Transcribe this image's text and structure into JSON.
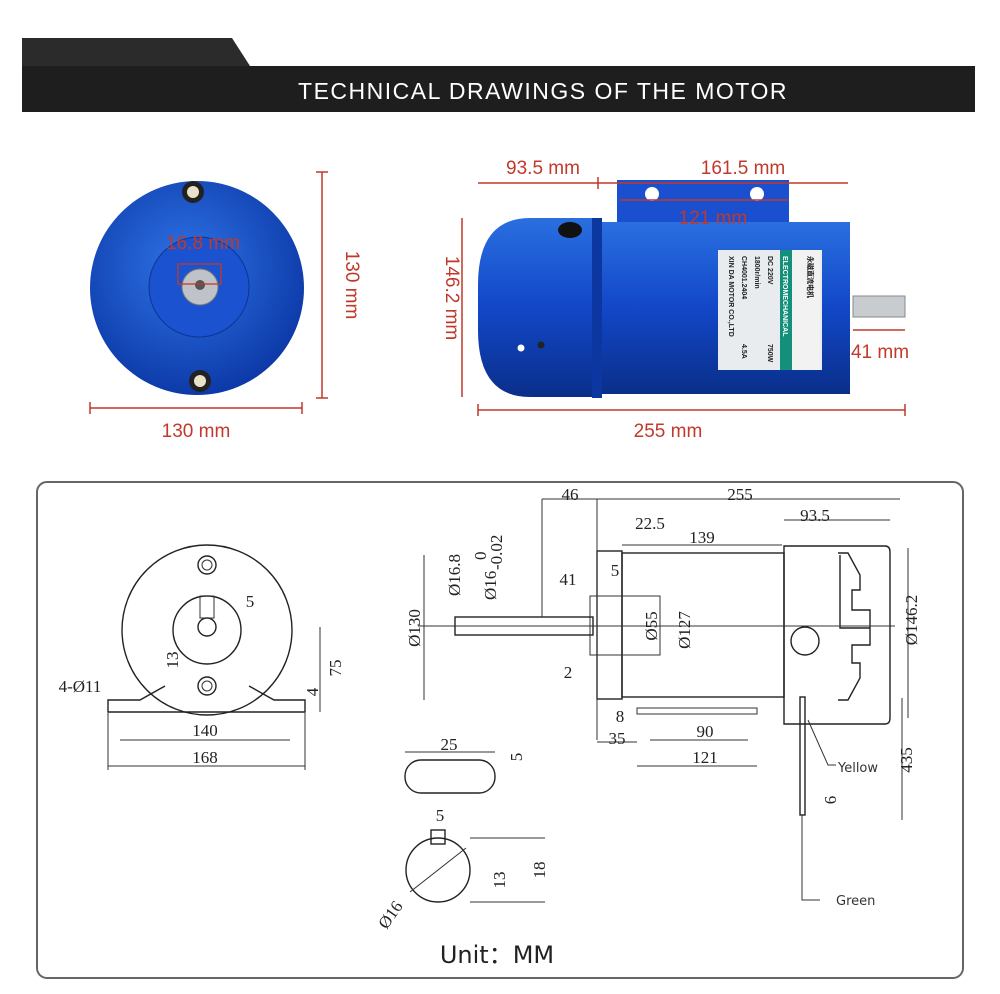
{
  "header": {
    "title": "TECHNICAL DRAWINGS OF THE MOTOR"
  },
  "photo_front": {
    "shaft_dim": "16.8 mm",
    "height_dim": "130 mm",
    "width_dim": "130 mm"
  },
  "photo_side": {
    "rear_dim": "93.5 mm",
    "front_dim": "161.5 mm",
    "bracket_dim": "121 mm",
    "height_dim": "146.2 mm",
    "shaft_dim": "41 mm",
    "length_dim": "255 mm",
    "nameplate": {
      "title_cn": "永磁直流电机",
      "subtitle": "ELECTROMECHANICAL",
      "voltage": "DC 220V",
      "power": "750W",
      "speed": "1800r/min",
      "current": "4.5A",
      "model": "CH4001.2404",
      "maker": "XIN DA MOTOR CO.,LTD"
    }
  },
  "drawing_front": {
    "key": "5",
    "h13": "13",
    "h75": "75",
    "h4": "4",
    "holes": "4-Ø11",
    "w140": "140",
    "w168": "168"
  },
  "drawing_side": {
    "d46": "46",
    "d255": "255",
    "d22_5": "22.5",
    "d139": "139",
    "d93_5": "93.5",
    "dia16_8": "Ø16.8",
    "dia16": "Ø16",
    "tol_upper": "0",
    "tol_lower": "-0.02",
    "d41": "41",
    "d5": "5",
    "dia130": "Ø130",
    "dia55": "Ø55",
    "dia127": "Ø127",
    "dia146_2": "Ø146.2",
    "d2": "2",
    "d8": "8",
    "d90": "90",
    "d35": "35",
    "d121": "121",
    "d435": "435",
    "d6": "6",
    "wire_yellow": "Yellow",
    "wire_green": "Green"
  },
  "drawing_key": {
    "len25": "25",
    "w5": "5"
  },
  "drawing_shaft": {
    "key5": "5",
    "h13": "13",
    "h18": "18",
    "dia16": "Ø16"
  },
  "footer": {
    "unit": "Unit：MM"
  }
}
